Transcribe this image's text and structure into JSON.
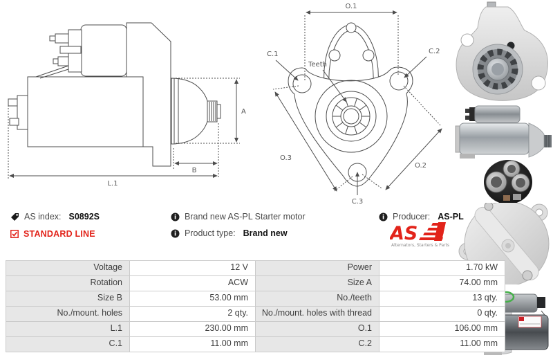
{
  "info": {
    "as_index": {
      "label": "AS index:",
      "value": "S0892S",
      "icon": "tag-icon"
    },
    "standard_line": {
      "label": "STANDARD LINE",
      "icon": "check-square-icon"
    },
    "brand": {
      "text": "Brand new AS-PL Starter motor",
      "icon": "info-icon"
    },
    "product_type": {
      "label": "Product type:",
      "value": "Brand new",
      "icon": "info-icon"
    },
    "producer": {
      "label": "Producer:",
      "value": "AS-PL",
      "icon": "info-icon"
    },
    "logo": {
      "text": "AS",
      "tagline": "Alternators, Starters & Parts"
    }
  },
  "drawings": {
    "side_view": {
      "dims": {
        "a": "A",
        "b": "B",
        "l1": "L.1"
      }
    },
    "front_view": {
      "dims": {
        "o1": "O.1",
        "o2": "O.2",
        "o3": "O.3",
        "c1": "C.1",
        "c2": "C.2",
        "c3": "C.3",
        "teeth": "Teeth"
      }
    }
  },
  "photos": [
    {
      "name": "starter-front-view"
    },
    {
      "name": "starter-side-view"
    },
    {
      "name": "solenoid-end-view"
    },
    {
      "name": "back-cover-view"
    },
    {
      "name": "starter-side-view-2"
    }
  ],
  "spec_table": {
    "rows": [
      {
        "cells": [
          "Voltage",
          "12 V",
          "Power",
          "1.70 kW"
        ]
      },
      {
        "cells": [
          "Rotation",
          "ACW",
          "Size A",
          "74.00 mm"
        ]
      },
      {
        "cells": [
          "Size B",
          "53.00 mm",
          "No./teeth",
          "13 qty."
        ]
      },
      {
        "cells": [
          "No./mount. holes",
          "2 qty.",
          "No./mount. holes with thread",
          "0 qty."
        ]
      },
      {
        "cells": [
          "L.1",
          "230.00 mm",
          "O.1",
          "106.00 mm"
        ]
      },
      {
        "cells": [
          "C.1",
          "11.00 mm",
          "C.2",
          "11.00 mm"
        ]
      }
    ]
  },
  "colors": {
    "accent_red": "#e2231a",
    "table_label_bg": "#e7e7e7",
    "table_border": "#cbcbcb",
    "drawing_line": "#4d4d4d"
  }
}
